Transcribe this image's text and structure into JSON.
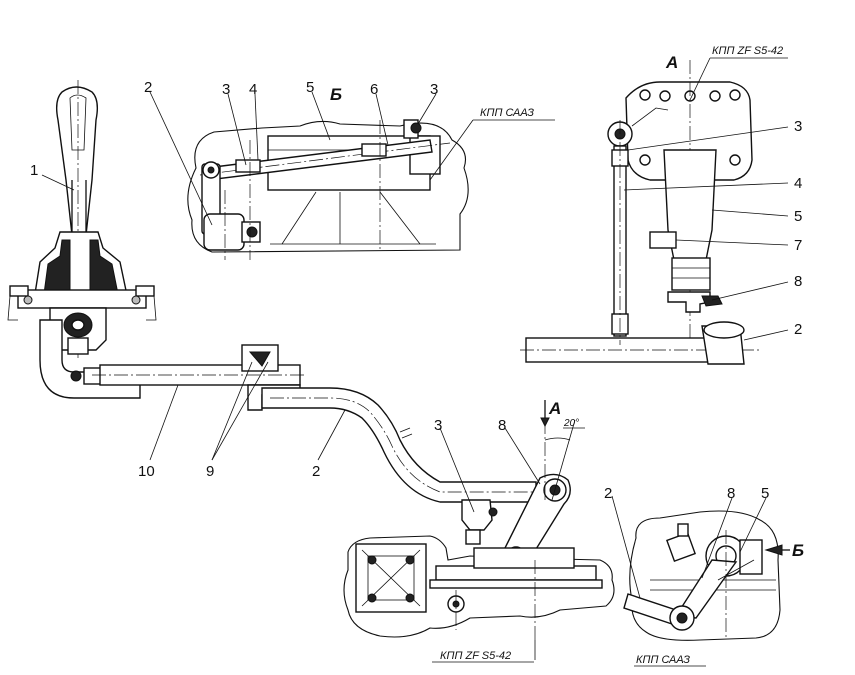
{
  "figure": {
    "view_a_mark": "А",
    "view_b_mark": "Б",
    "angle": "20°",
    "captions": {
      "zf_top": "КПП ZF S5-42",
      "saaz_top": "КПП СААЗ",
      "zf_bottom": "КПП ZF S5-42",
      "saaz_bottom": "КПП СААЗ"
    },
    "callouts": {
      "lever": "1",
      "b_view_2": "2",
      "b_view_3_left": "3",
      "b_view_4": "4",
      "b_view_5": "5",
      "b_view_6": "6",
      "b_view_3_right": "3",
      "a_view_3": "3",
      "a_view_4": "4",
      "a_view_5": "5",
      "a_view_7": "7",
      "a_view_8": "8",
      "a_view_2": "2",
      "main_10": "10",
      "main_9": "9",
      "main_2": "2",
      "main_3": "3",
      "main_8": "8",
      "inset_2": "2",
      "inset_8": "8",
      "inset_5": "5"
    }
  }
}
